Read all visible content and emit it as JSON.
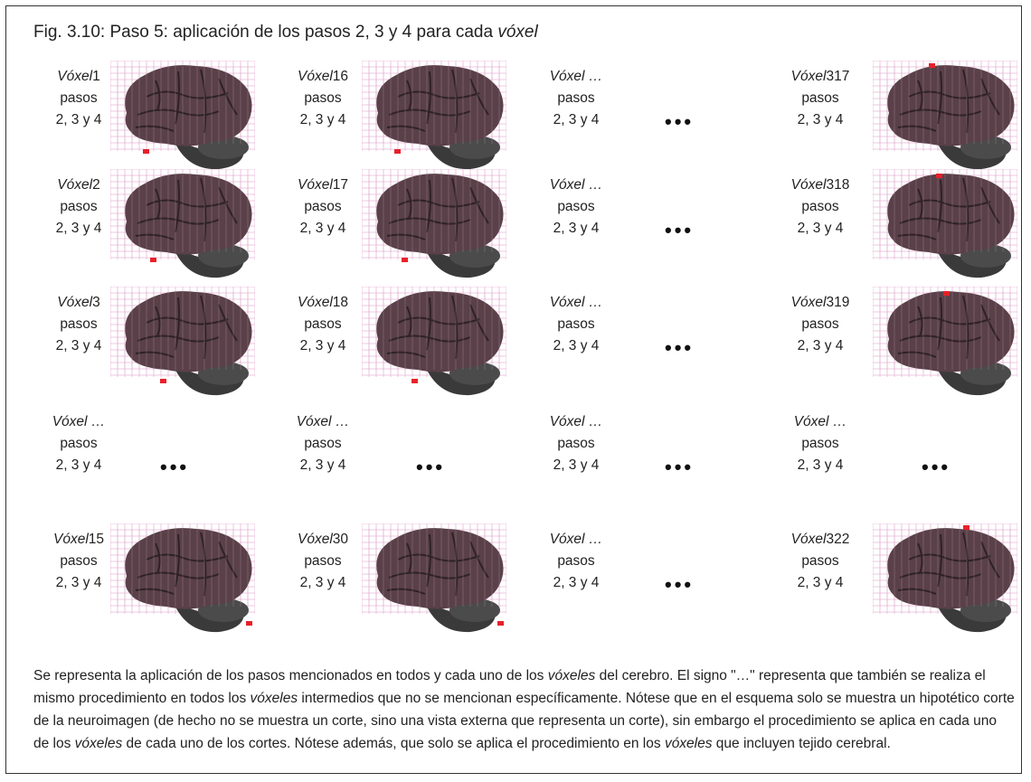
{
  "title": {
    "prefix": "Fig. 3.10: Paso 5: aplicación de los pasos 2, 3 y 4 para cada ",
    "emphasis": "vóxel"
  },
  "label_word": "Vóxel",
  "steps_line1": "pasos",
  "steps_line2": "2, 3 y 4",
  "ellipsis": "•••",
  "grid": {
    "rows": [
      [
        {
          "num": "1",
          "brain": true,
          "marker": "bottom-left-1"
        },
        {
          "num": "16",
          "brain": true,
          "marker": "bottom-left-1"
        },
        {
          "num": "...",
          "brain": false
        },
        {
          "num": "317",
          "brain": true,
          "marker": "top-1"
        }
      ],
      [
        {
          "num": "2",
          "brain": true,
          "marker": "bottom-left-2"
        },
        {
          "num": "17",
          "brain": true,
          "marker": "bottom-left-2"
        },
        {
          "num": "...",
          "brain": false
        },
        {
          "num": "318",
          "brain": true,
          "marker": "top-2"
        }
      ],
      [
        {
          "num": "3",
          "brain": true,
          "marker": "bottom-left-3"
        },
        {
          "num": "18",
          "brain": true,
          "marker": "bottom-left-3"
        },
        {
          "num": "...",
          "brain": false
        },
        {
          "num": "319",
          "brain": true,
          "marker": "top-3"
        }
      ],
      [
        {
          "num": "...",
          "brain": false
        },
        {
          "num": "...",
          "brain": false
        },
        {
          "num": "...",
          "brain": false
        },
        {
          "num": "...",
          "brain": false
        }
      ],
      [
        {
          "num": "15",
          "brain": true,
          "marker": "bottom-right"
        },
        {
          "num": "30",
          "brain": true,
          "marker": "bottom-right"
        },
        {
          "num": "...",
          "brain": false
        },
        {
          "num": "322",
          "brain": true,
          "marker": "top-4"
        }
      ]
    ]
  },
  "caption": [
    {
      "t": "Se representa la aplicación de los pasos mencionados en todos y cada uno de los ",
      "i": false
    },
    {
      "t": "vóxeles",
      "i": true
    },
    {
      "t": " del cerebro. El signo \"…\" representa que también se realiza el mismo procedimiento en todos los ",
      "i": false
    },
    {
      "t": "vóxeles",
      "i": true
    },
    {
      "t": "  intermedios que no se mencionan específicamente. Nótese que en el esquema solo se muestra un hipotético corte de la neuroimagen (de hecho no se muestra un corte, sino una vista externa que representa un corte), sin embargo el procedimiento se aplica en cada uno de los ",
      "i": false
    },
    {
      "t": "vóxeles",
      "i": true
    },
    {
      "t": " de cada uno de los cortes. Nótese además, que solo se aplica el procedimiento en los ",
      "i": false
    },
    {
      "t": "vóxeles",
      "i": true
    },
    {
      "t": " que incluyen tejido cerebral.",
      "i": false
    }
  ],
  "colors": {
    "grid": "#e9b7d9",
    "brain": "#5a4048",
    "brain_dark": "#2e2226",
    "stem": "#3a3a3a",
    "marker": "#e8202a"
  }
}
